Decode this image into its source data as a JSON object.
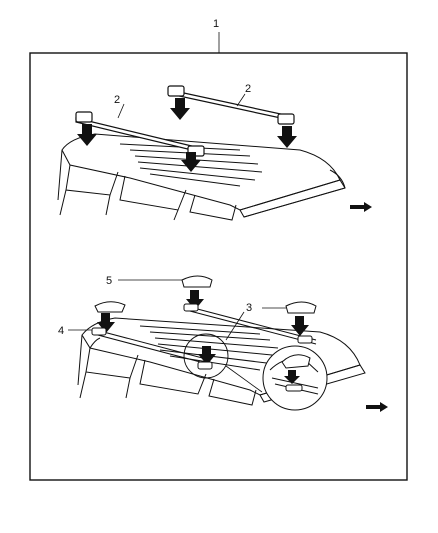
{
  "diagram": {
    "callouts": {
      "c1": "1",
      "c2a": "2",
      "c2b": "2",
      "c3": "3",
      "c4": "4",
      "c5": "5"
    },
    "colors": {
      "ink": "#111111",
      "paper": "#ffffff"
    }
  }
}
